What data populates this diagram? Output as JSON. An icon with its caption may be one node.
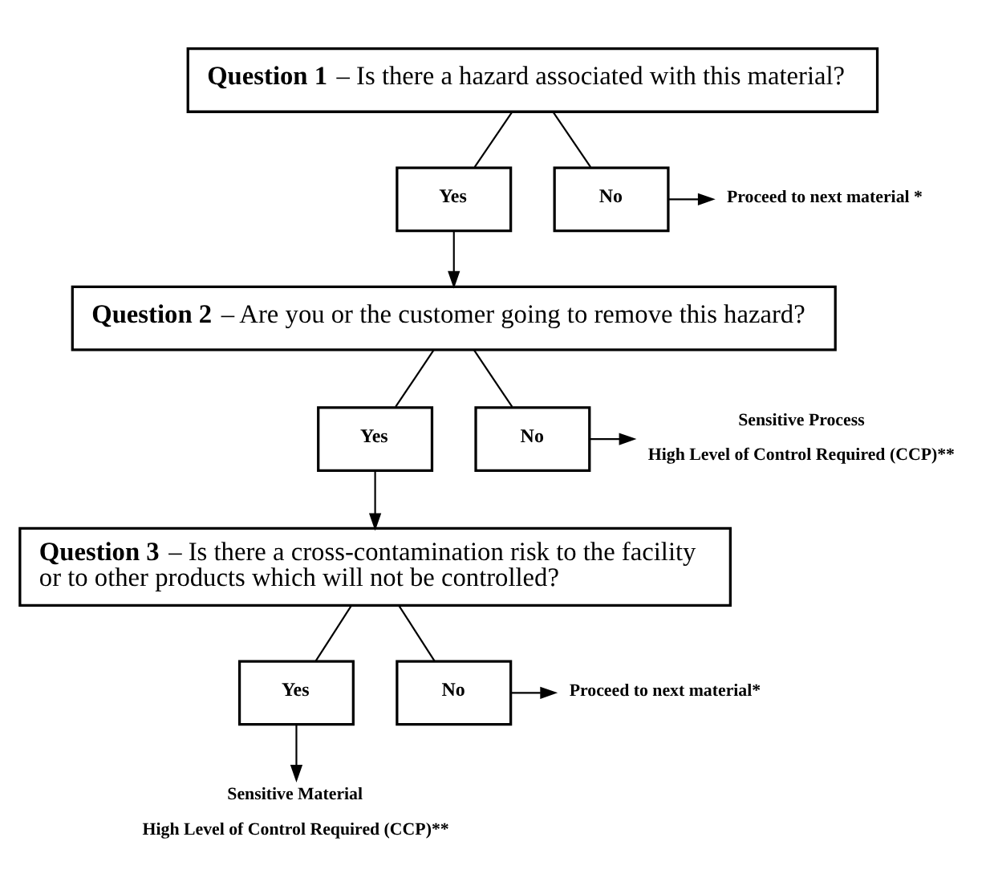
{
  "diagram": {
    "nodes": [
      {
        "text": [
          "**Question 1** – Is there a hazard associated with this material?"
        ]
      },
      {
        "text": [
          "Yes"
        ]
      },
      {
        "text": [
          "No"
        ]
      },
      {
        "text": [
          "Proceed to next material *"
        ]
      },
      {
        "text": [
          "**Question 2** – Are you or the customer going to remove this hazard?"
        ]
      },
      {
        "text": [
          "Yes"
        ]
      },
      {
        "text": [
          "No"
        ]
      },
      {
        "text": [
          "Sensitive Process",
          "High Level of Control Required (CCP)**"
        ]
      },
      {
        "text": [
          "**Question 3** – Is there a cross-contamination risk to the facility or to other products which will not be controlled?"
        ]
      },
      {
        "text": [
          "Yes"
        ]
      },
      {
        "text": [
          "No"
        ]
      },
      {
        "text": [
          "Proceed to next material*"
        ]
      },
      {
        "text": [
          "Sensitive Material",
          "High Level of Control Required (CCP)**"
        ]
      }
    ],
    "edges": [
      {
        "from": 0,
        "to": 1,
        "arrow": "none"
      },
      {
        "from": 0,
        "to": 2,
        "arrow": "none"
      },
      {
        "from": 2,
        "to": 3,
        "arrow": "to"
      },
      {
        "from": 1,
        "to": 4,
        "arrow": "to"
      },
      {
        "from": 4,
        "to": 5,
        "arrow": "none"
      },
      {
        "from": 4,
        "to": 6,
        "arrow": "none"
      },
      {
        "from": 6,
        "to": 7,
        "arrow": "to"
      },
      {
        "from": 5,
        "to": 8,
        "arrow": "to"
      },
      {
        "from": 8,
        "to": 9,
        "arrow": "none"
      },
      {
        "from": 8,
        "to": 10,
        "arrow": "none"
      },
      {
        "from": 10,
        "to": 11,
        "arrow": "to"
      },
      {
        "from": 9,
        "to": 12,
        "arrow": "to"
      }
    ]
  }
}
